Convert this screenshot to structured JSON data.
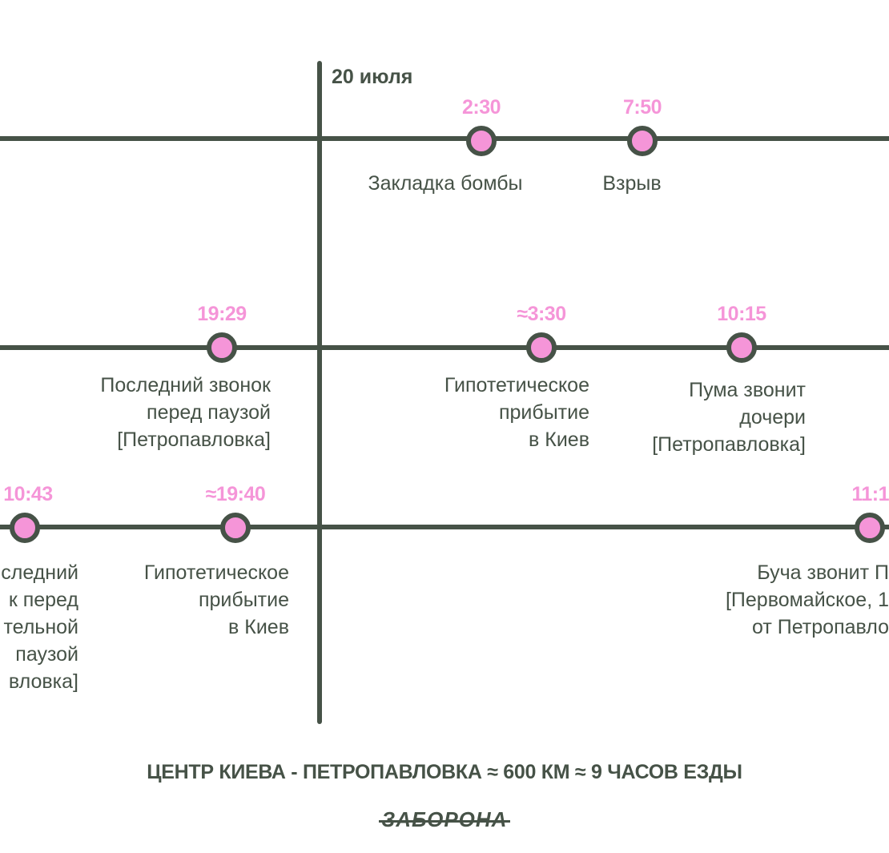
{
  "date_marker": "20 июля",
  "events": [
    {
      "time": "2:30",
      "label": "Закладка бомбы"
    },
    {
      "time": "7:50",
      "label": "Взрыв"
    },
    {
      "time": "19:29",
      "label": "Последний звонок\nперед паузой\n[Петропавловка]"
    },
    {
      "time": "≈3:30",
      "label": "Гипотетическое\nприбытие\nв Киев"
    },
    {
      "time": "10:15",
      "label": "Пума звонит\nдочери\n[Петропавловка]"
    },
    {
      "time": "10:43",
      "label": "следний\nк перед\nтельной\nпаузой\nвловка]"
    },
    {
      "time": "≈19:40",
      "label": "Гипотетическое\nприбытие\nв Киев"
    },
    {
      "time": "11:1",
      "label": "Буча звонит П\n[Первомайское, 1\nот Петропавло"
    }
  ],
  "footer": {
    "caption": "ЦЕНТР КИЕВА - ПЕТРОПАВЛОВКА ≈ 600 КМ ≈ 9 ЧАСОВ ЕЗДЫ",
    "logo": "ЗАБОРОНА"
  },
  "colors": {
    "line": "#465247",
    "accent": "#f595d8"
  }
}
